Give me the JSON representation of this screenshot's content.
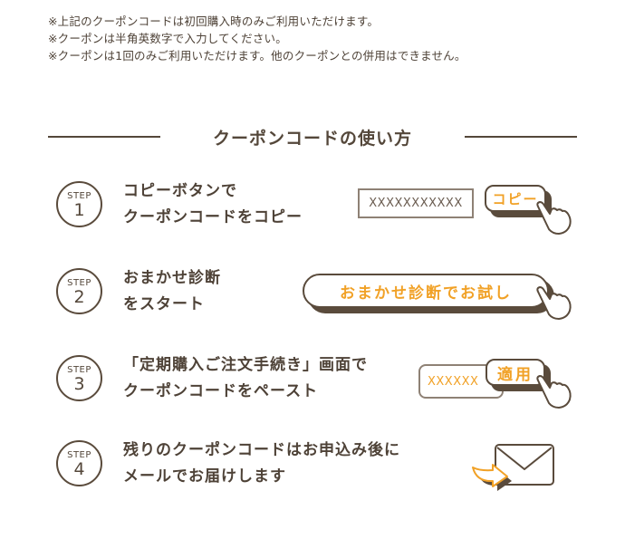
{
  "notes": [
    "※上記のクーポンコードは初回購入時のみご利用いただけます。",
    "※クーポンは半角英数字で入力してください。",
    "※クーポンは1回のみご利用いただけます。他のクーポンとの併用はできません。"
  ],
  "heading": "クーポンコードの使い方",
  "colors": {
    "brown": "#54473a",
    "orange": "#f1a126",
    "border_gray": "#8e8175"
  },
  "steps": [
    {
      "label": "STEP",
      "number": "1",
      "line1": "コピーボタンで",
      "line2": "クーポンコードをコピー",
      "code_value": "XXXXXXXXXXX",
      "button_label": "コピー"
    },
    {
      "label": "STEP",
      "number": "2",
      "line1": "おまかせ診断",
      "line2": "をスタート",
      "button_label": "おまかせ診断でお試し"
    },
    {
      "label": "STEP",
      "number": "3",
      "line1": "「定期購入ご注文手続き」画面で",
      "line2": "クーポンコードをペースト",
      "code_value": "XXXXXX",
      "button_label": "適用"
    },
    {
      "label": "STEP",
      "number": "4",
      "line1": "残りのクーポンコードはお申込み後に",
      "line2": "メールでお届けします"
    }
  ],
  "icons": {
    "hand": "pointing-hand-icon",
    "mail": "envelope-icon",
    "arrow": "arrow-right-icon"
  }
}
